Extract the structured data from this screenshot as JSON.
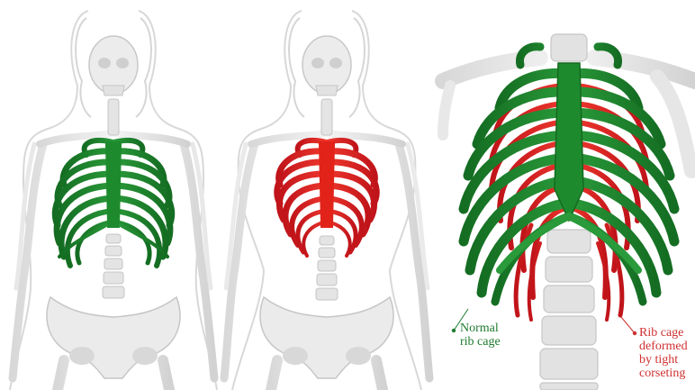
{
  "labels": {
    "normal": "Normal\nrib cage",
    "deformed": "Rib cage\ndeformed\nby tight\ncorseting"
  },
  "colors": {
    "normal_ribs": "#1e8a2e",
    "deformed_ribs": "#e2231a",
    "bone": "#e6e6e6",
    "bone_outline": "#c9c9c9",
    "body_outline": "#d6d6d6",
    "background": "#ffffff"
  },
  "icons": [
    "skeleton-normal",
    "skeleton-corseted",
    "rib-cage-comparison"
  ]
}
